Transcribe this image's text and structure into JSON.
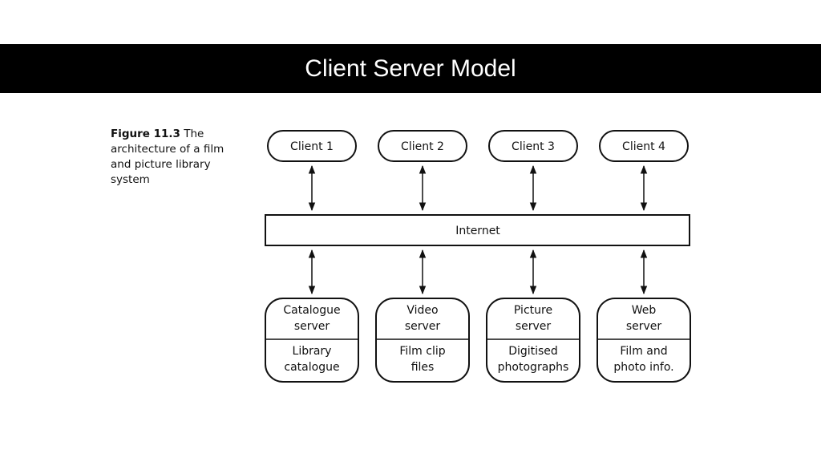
{
  "slide": {
    "title": "Client Server Model"
  },
  "figure": {
    "label": "Figure 11.3",
    "caption": "The architecture of a film and picture library system"
  },
  "diagram": {
    "clients": [
      {
        "label": "Client 1"
      },
      {
        "label": "Client 2"
      },
      {
        "label": "Client 3"
      },
      {
        "label": "Client 4"
      }
    ],
    "network": {
      "label": "Internet"
    },
    "servers": [
      {
        "name_lines": [
          "Catalogue",
          "server"
        ],
        "content_lines": [
          "Library",
          "catalogue"
        ]
      },
      {
        "name_lines": [
          "Video",
          "server"
        ],
        "content_lines": [
          "Film clip",
          "files"
        ]
      },
      {
        "name_lines": [
          "Picture",
          "server"
        ],
        "content_lines": [
          "Digitised",
          "photographs"
        ]
      },
      {
        "name_lines": [
          "Web",
          "server"
        ],
        "content_lines": [
          "Film and",
          "photo info."
        ]
      }
    ]
  }
}
